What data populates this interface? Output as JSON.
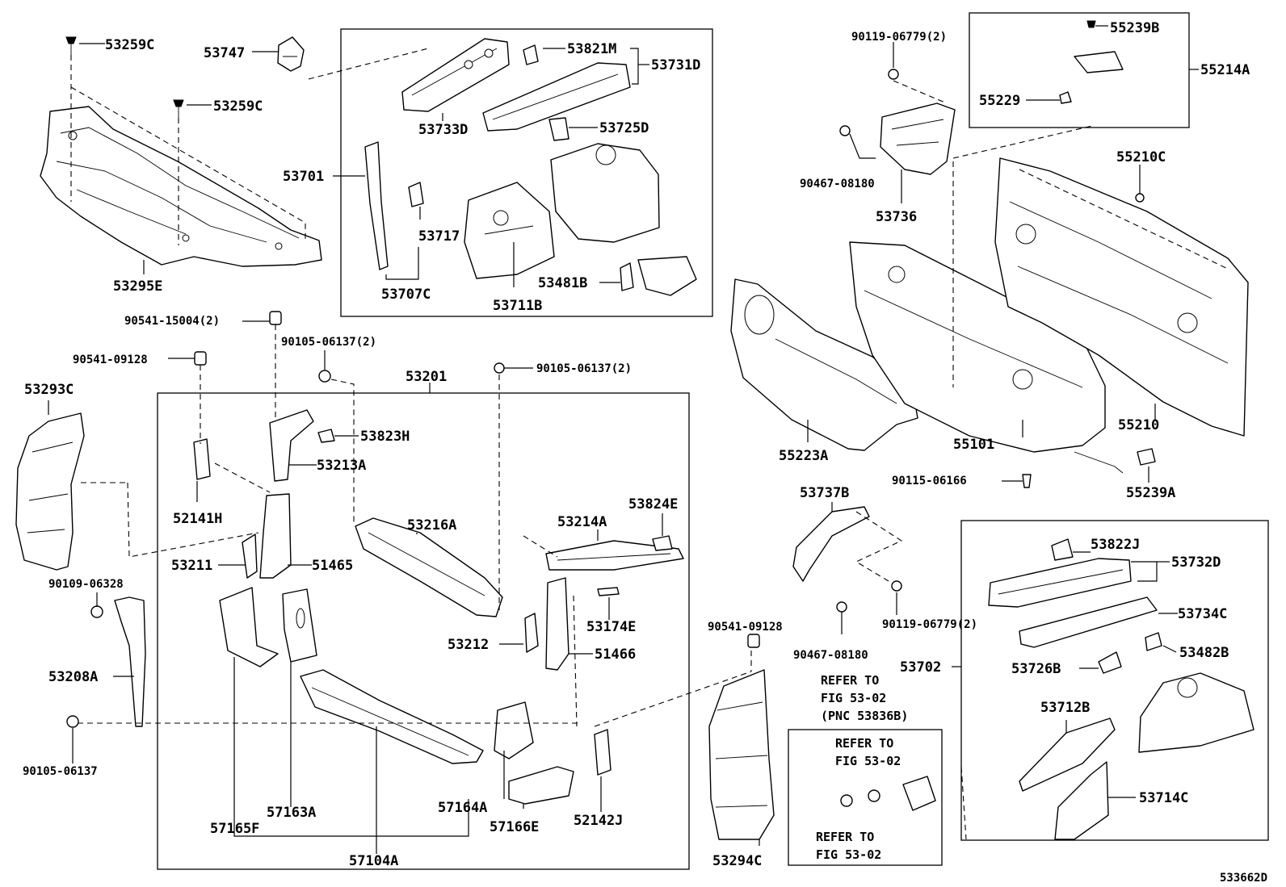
{
  "part_labels": {
    "p53259C_a": "53259C",
    "p53747": "53747",
    "p53259C_b": "53259C",
    "p53295E": "53295E",
    "p53821M": "53821M",
    "p53731D": "53731D",
    "p53733D": "53733D",
    "p53725D": "53725D",
    "p53701": "53701",
    "p53717": "53717",
    "p53707C": "53707C",
    "p53711B": "53711B",
    "p53481B": "53481B",
    "p90119_06779_a": "90119-06779(2)",
    "p55239B": "55239B",
    "p55214A": "55214A",
    "p55229": "55229",
    "p90467_08180_a": "90467-08180",
    "p53736": "53736",
    "p55210C": "55210C",
    "p55210": "55210",
    "p55101": "55101",
    "p55223A": "55223A",
    "p90115_06166": "90115-06166",
    "p55239A": "55239A",
    "p90541_15004": "90541-15004(2)",
    "p90105_06137_a": "90105-06137(2)",
    "p90541_09128_a": "90541-09128",
    "p90105_06137_b": "90105-06137(2)",
    "p53201": "53201",
    "p53293C": "53293C",
    "p53823H": "53823H",
    "p53213A": "53213A",
    "p52141H": "52141H",
    "p53216A": "53216A",
    "p53214A": "53214A",
    "p53824E": "53824E",
    "p53211": "53211",
    "p51465": "51465",
    "p90109_06328": "90109-06328",
    "p53174E": "53174E",
    "p53212": "53212",
    "p51466": "51466",
    "p53208A": "53208A",
    "p90105_06137_c": "90105-06137",
    "p57163A": "57163A",
    "p57165F": "57165F",
    "p57164A": "57164A",
    "p57166E": "57166E",
    "p52142J": "52142J",
    "p57104A": "57104A",
    "p53737B": "53737B",
    "p90541_09128_b": "90541-09128",
    "p90119_06779_b": "90119-06779(2)",
    "p90467_08180_b": "90467-08180",
    "p53294C": "53294C",
    "p53822J": "53822J",
    "p53732D": "53732D",
    "p53734C": "53734C",
    "p53702": "53702",
    "p53482B": "53482B",
    "p53726B": "53726B",
    "p53712B": "53712B",
    "p53714C": "53714C"
  },
  "notes": {
    "refer_main_1": "REFER TO",
    "refer_main_2": "FIG 53-02",
    "refer_main_3": "(PNC 53836B)",
    "refer_box_top_1": "REFER TO",
    "refer_box_top_2": "FIG 53-02",
    "refer_box_bottom_1": "REFER TO",
    "refer_box_bottom_2": "FIG 53-02"
  },
  "illustration_id": "533662D"
}
